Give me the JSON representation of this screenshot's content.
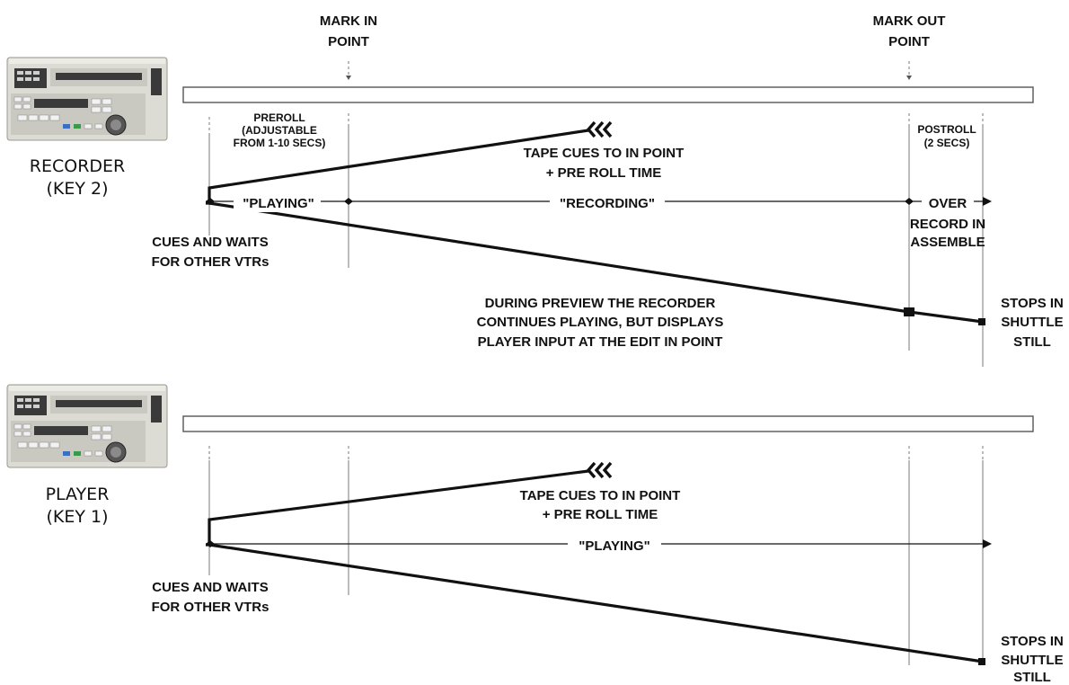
{
  "markers": {
    "mark_in": [
      "MARK IN",
      "POINT"
    ],
    "mark_out": [
      "MARK OUT",
      "POINT"
    ]
  },
  "recorder": {
    "device_label": [
      "RECORDER",
      "(KEY 2)"
    ],
    "preroll": [
      "PREROLL",
      "(ADJUSTABLE",
      "FROM 1-10 SECS)"
    ],
    "postroll": [
      "POSTROLL",
      "(2 SECS)"
    ],
    "tape_cues": [
      "TAPE CUES TO IN POINT",
      "+ PRE ROLL TIME"
    ],
    "cues_waits": [
      "CUES AND WAITS",
      "FOR OTHER VTRs"
    ],
    "playing": "\"PLAYING\"",
    "recording": "\"RECORDING\"",
    "over_record": [
      "OVER",
      "RECORD IN",
      "ASSEMBLE"
    ],
    "preview_note": [
      "DURING PREVIEW THE RECORDER",
      "CONTINUES PLAYING, BUT DISPLAYS",
      "PLAYER INPUT AT THE EDIT IN POINT"
    ],
    "stops": [
      "STOPS IN",
      "SHUTTLE",
      "STILL"
    ]
  },
  "player": {
    "device_label": [
      "PLAYER",
      "(KEY 1)"
    ],
    "tape_cues": [
      "TAPE CUES TO IN POINT",
      "+ PRE ROLL TIME"
    ],
    "cues_waits": [
      "CUES AND WAITS",
      "FOR OTHER VTRs"
    ],
    "playing": "\"PLAYING\"",
    "stops": [
      "STOPS IN",
      "SHUTTLE",
      "STILL"
    ]
  },
  "icons": {
    "rewind": "triple-chevron-rewind-icon",
    "vtr": "vtr-deck-icon"
  }
}
